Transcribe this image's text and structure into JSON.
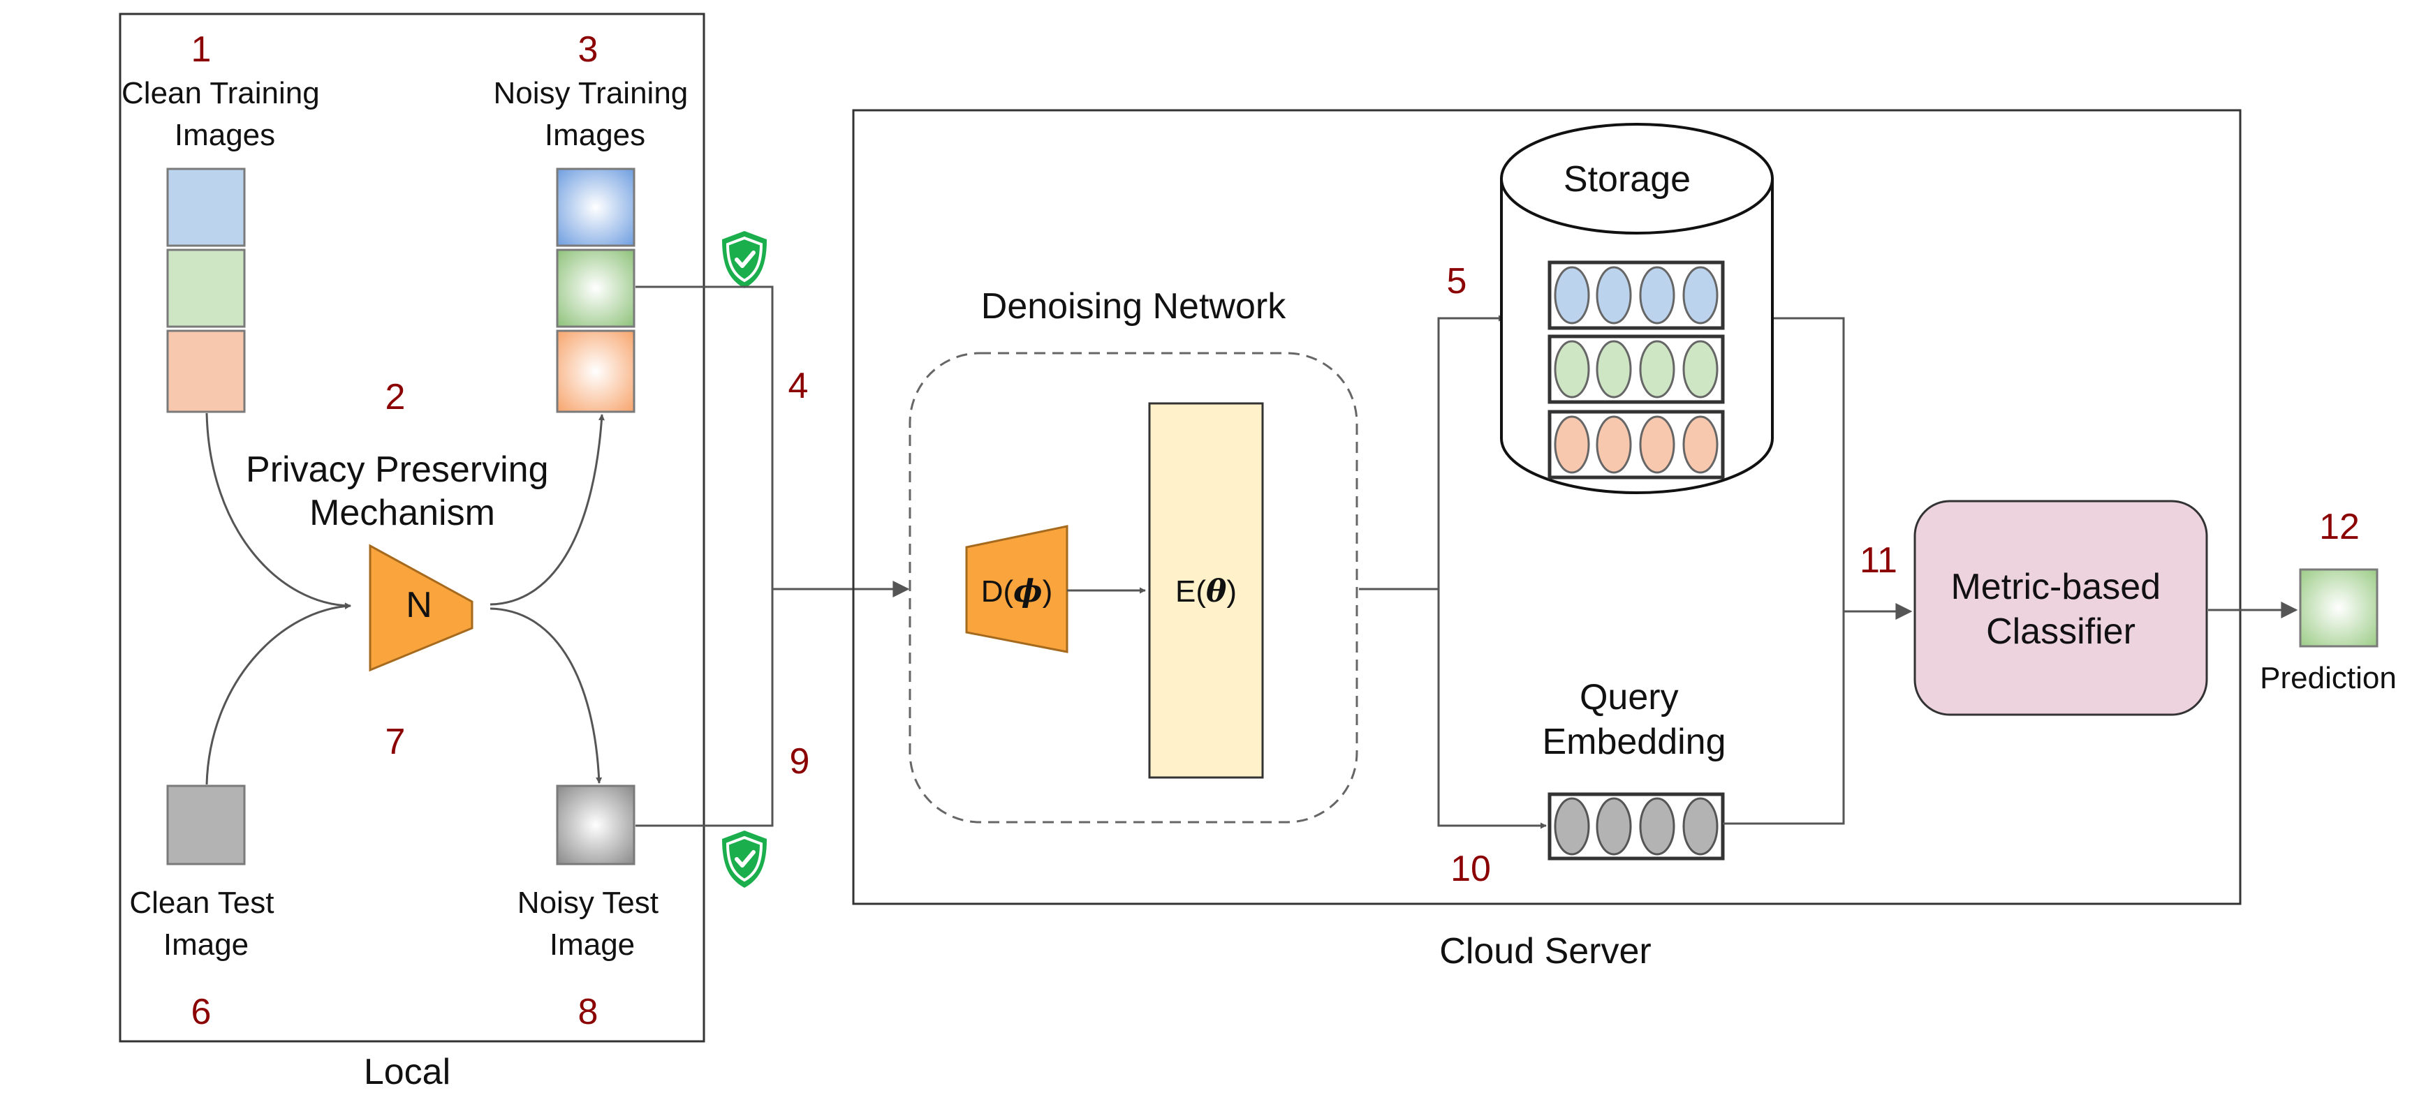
{
  "labels": {
    "clean_training": [
      "Clean Training",
      "Images"
    ],
    "noisy_training": [
      "Noisy Training",
      "Images"
    ],
    "privacy_mechanism": [
      "Privacy Preserving",
      "Mechanism"
    ],
    "clean_test": [
      "Clean Test",
      "Image"
    ],
    "noisy_test": [
      "Noisy Test",
      "Image"
    ],
    "local": "Local",
    "denoising_network": "Denoising Network",
    "decoder": "D(",
    "decoder_symbol": "ϕ",
    "encoder": "E(",
    "encoder_symbol": "θ",
    "close_paren": ")",
    "noise_block": "N",
    "storage": "Storage",
    "query_embedding": [
      "Query",
      "Embedding"
    ],
    "classifier": [
      "Metric-based",
      "Classifier"
    ],
    "prediction": "Prediction",
    "cloud_server": "Cloud Server"
  },
  "step_numbers": {
    "s1": "1",
    "s2": "2",
    "s3": "3",
    "s4": "4",
    "s5": "5",
    "s6": "6",
    "s7": "7",
    "s8": "8",
    "s9": "9",
    "s10": "10",
    "s11": "11",
    "s12": "12"
  },
  "colors": {
    "blue": "#bcd3ee",
    "green": "#cfe6c5",
    "orange": "#f8c8ae",
    "gray": "#b3b3b3",
    "noise_block": "#f9a43c",
    "encoder_fill": "#fff1c9",
    "classifier_fill": "#ecd3de",
    "shield": "#1aae4c",
    "step_number": "#8b0000"
  },
  "icons": [
    "shield-check-icon",
    "shield-check-icon"
  ]
}
